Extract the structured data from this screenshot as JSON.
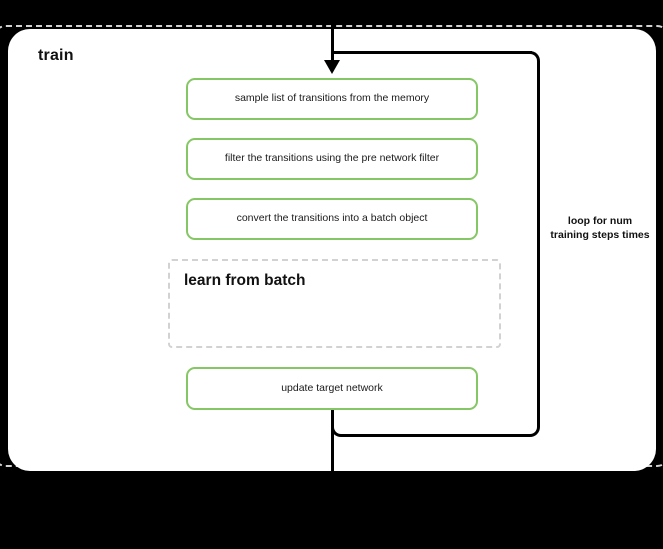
{
  "diagram": {
    "title": "train",
    "outer_frame": {
      "style": "dashed",
      "color": "#d2d2d2"
    },
    "panel": {
      "background": "#ffffff"
    },
    "accent_color": "#86c765",
    "line_color": "#000000",
    "text_color": "#1a1a1a",
    "steps": [
      {
        "id": "sample-transitions",
        "label": "sample list of transitions from the memory",
        "style": "green-box"
      },
      {
        "id": "filter-transitions",
        "label": "filter the transitions using the pre network filter",
        "style": "green-box"
      },
      {
        "id": "convert-batch",
        "label": "convert the transitions into a batch object",
        "style": "green-box"
      },
      {
        "id": "learn-from-batch",
        "label": "learn from batch",
        "style": "dashed-subblock"
      },
      {
        "id": "update-target-network",
        "label": "update target network",
        "style": "green-box"
      }
    ],
    "loop": {
      "label": "loop for num training steps times",
      "label_lines": [
        "loop for num",
        "training steps",
        "times"
      ]
    }
  }
}
